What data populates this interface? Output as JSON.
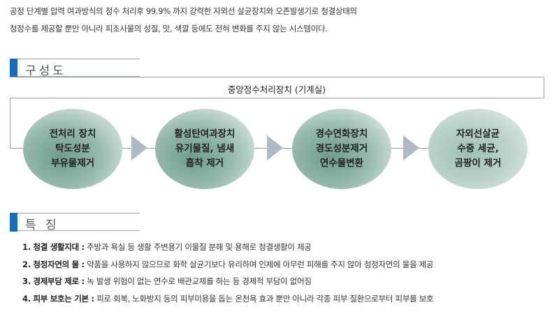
{
  "intro": {
    "line1": "공정 단계별 압력 여과방식의 정수 처리후  99.9% 까지 강력한 자외선 살균장치와 오존발생기로 청결상태의",
    "line2": "청정수를 제공할 뿐만 아니라 피조사물의 성질, 맛, 색깔 등에도 전혀 변화를 주지 않는 시스템이다."
  },
  "diagram": {
    "heading": "구성도",
    "central_unit": "중앙정수처리장치 (기계실)",
    "stages": [
      {
        "line1": "전처리 장치",
        "line2": "탁도성분",
        "line3": "부유물제거"
      },
      {
        "line1": "활성탄여과장치",
        "line2": "유기물질, 냄새",
        "line3": "흡착 제거"
      },
      {
        "line1": "경수연화장치",
        "line2": "경도성분제거",
        "line3": "연수물변환"
      },
      {
        "line1": "자외선살균",
        "line2": "수중 세균,",
        "line3": "곰팡이 제거"
      }
    ],
    "colors": {
      "accent": "#1a6db8",
      "arrow": "#aeb9c3",
      "circle": "#97b9ae"
    }
  },
  "features": {
    "heading": "특 징",
    "items": [
      {
        "term": "1. 청결 생활지대 :",
        "desc": " 주방과 욕실 등 생활 주변용기 이물질 분해 및 용해로 청결생활이 제공"
      },
      {
        "term": "2. 청정자연의 물 :",
        "desc": " 약품을 사용하지 않으므로 화학 살균기보다 유리하며 인체에 아무런 피해를 주지 않아 청정자연의 물을 제공"
      },
      {
        "term": "3. 경제부담 제로 :",
        "desc": " 녹 발생 위험이 없는 연수로 배관교체를 하는 등 경제적 부담이 없어짐"
      },
      {
        "term": "4. 피부 보호는 기본 :",
        "desc": " 피로 회복, 노화방지 등의 피부미용을 돕는 온천욕 효과 뿐만 아니라 각종 피부 질환으로부터 피부를 보호"
      }
    ]
  }
}
